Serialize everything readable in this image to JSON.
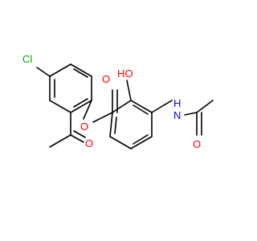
{
  "molecule": {
    "atom_labels": {
      "chlorine": "Cl",
      "acetyl_oxygen": "O",
      "ester_oxygen": "O",
      "carbonyl_oxygen": "O",
      "hydroxyl": "HO",
      "amide_nitrogen": "N",
      "amide_hydrogen": "H",
      "amide_oxygen": "O"
    },
    "colors": {
      "bond": "#000000",
      "oxygen": "#ff0000",
      "nitrogen": "#0000ff",
      "chlorine": "#00a000",
      "hydrogen_on_nitrogen": "#0000ff"
    }
  }
}
